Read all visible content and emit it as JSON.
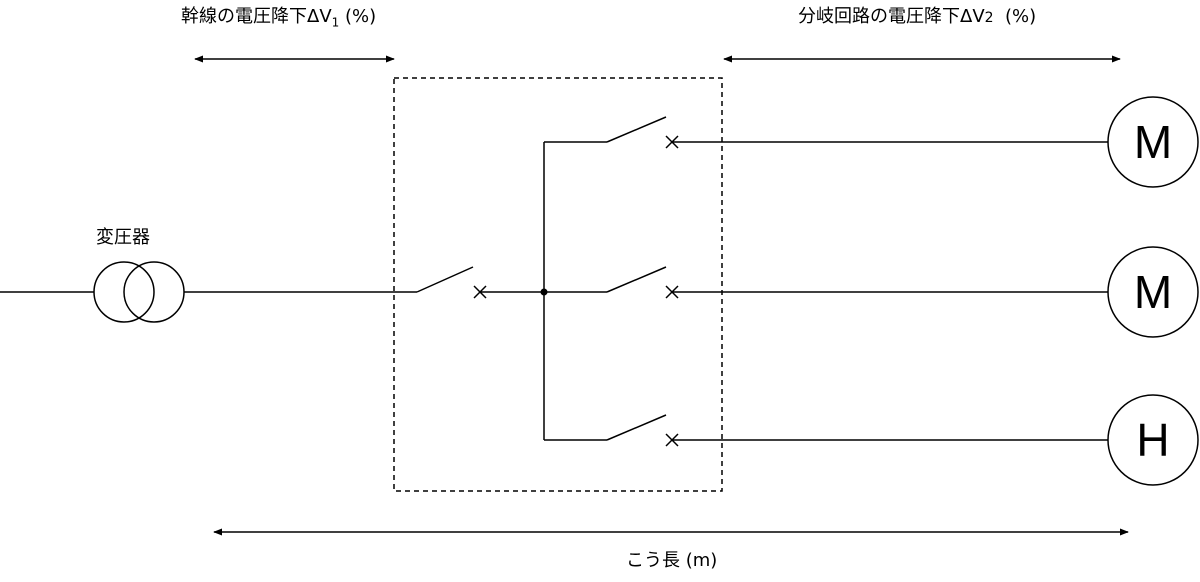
{
  "labels": {
    "trunk_drop": "幹線の電圧降下ΔV",
    "trunk_sub": "1",
    "trunk_unit": " (%)",
    "branch_drop": "分岐回路の電圧降下ΔV",
    "branch_sub": "2",
    "branch_unit": "  (%)",
    "transformer": "変圧器",
    "length": "こう長 (m)"
  },
  "loads": [
    {
      "letter": "M"
    },
    {
      "letter": "M"
    },
    {
      "letter": "H"
    }
  ]
}
